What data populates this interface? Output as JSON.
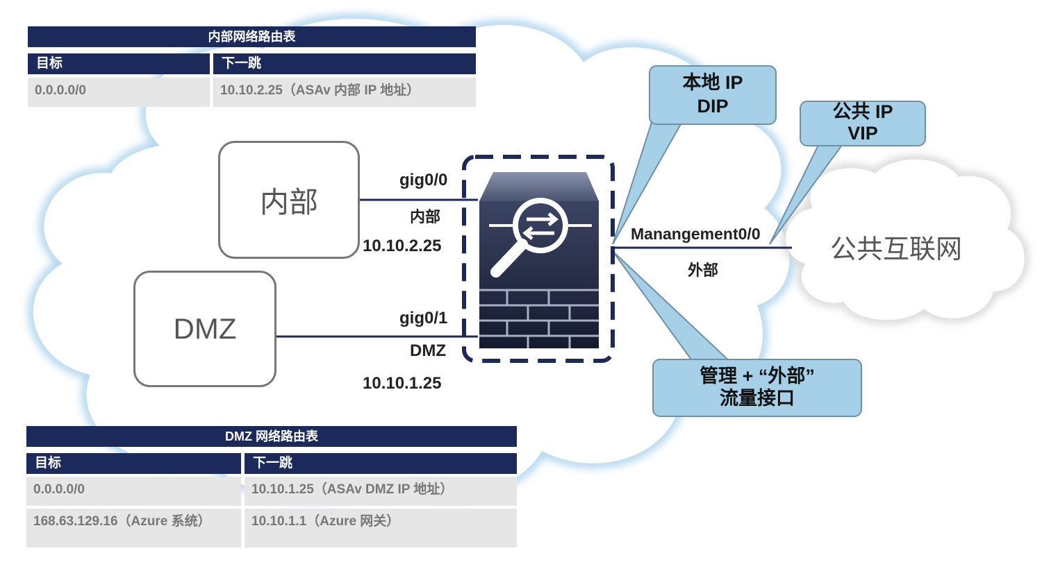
{
  "internal_table": {
    "title": "内部网络路由表",
    "header_dest": "目标",
    "header_next": "下一跳",
    "rows": [
      {
        "dest": "0.0.0.0/0",
        "next": "10.10.2.25（ASAv 内部 IP 地址）"
      }
    ]
  },
  "dmz_table": {
    "title": "DMZ 网络路由表",
    "header_dest": "目标",
    "header_next": "下一跳",
    "rows": [
      {
        "dest": "0.0.0.0/0",
        "next": "10.10.1.25（ASAv DMZ IP 地址）"
      },
      {
        "dest": "168.63.129.16（Azure 系统）",
        "next": "10.10.1.1（Azure 网关）"
      }
    ]
  },
  "nodes": {
    "internal": "内部",
    "dmz": "DMZ"
  },
  "links": {
    "gig00": "gig0/0",
    "internal_label": "内部",
    "internal_ip": "10.10.2.25",
    "gig01": "gig0/1",
    "dmz_label": "DMZ",
    "dmz_ip": "10.10.1.25",
    "mgmt": "Manangement0/0",
    "external_label": "外部"
  },
  "callouts": {
    "local_ip": [
      "本地 IP",
      "DIP"
    ],
    "public_ip": [
      "公共 IP",
      "VIP"
    ],
    "mgmt": [
      "管理 + “外部”",
      "流量接口"
    ]
  },
  "internet": "公共互联网",
  "colors": {
    "table_header": "#1b2a5a",
    "cloud_edge": "#a9d3ec",
    "callout_fill": "#a6cfe8",
    "firewall": "#2b3350"
  },
  "icons": [
    "firewall-router-icon",
    "cloud-icon"
  ]
}
